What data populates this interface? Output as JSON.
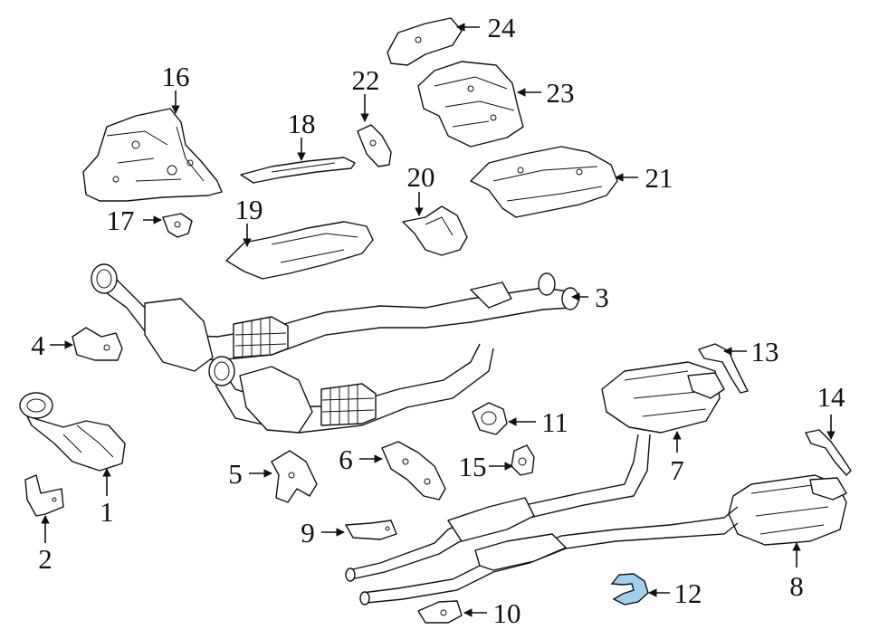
{
  "callouts": [
    {
      "id": "1",
      "label": "1"
    },
    {
      "id": "2",
      "label": "2"
    },
    {
      "id": "3",
      "label": "3"
    },
    {
      "id": "4",
      "label": "4"
    },
    {
      "id": "5",
      "label": "5"
    },
    {
      "id": "6",
      "label": "6"
    },
    {
      "id": "7",
      "label": "7"
    },
    {
      "id": "8",
      "label": "8"
    },
    {
      "id": "9",
      "label": "9"
    },
    {
      "id": "10",
      "label": "10"
    },
    {
      "id": "11",
      "label": "11"
    },
    {
      "id": "12",
      "label": "12"
    },
    {
      "id": "13",
      "label": "13"
    },
    {
      "id": "14",
      "label": "14"
    },
    {
      "id": "15",
      "label": "15"
    },
    {
      "id": "16",
      "label": "16"
    },
    {
      "id": "17",
      "label": "17"
    },
    {
      "id": "18",
      "label": "18"
    },
    {
      "id": "19",
      "label": "19"
    },
    {
      "id": "20",
      "label": "20"
    },
    {
      "id": "21",
      "label": "21"
    },
    {
      "id": "22",
      "label": "22"
    },
    {
      "id": "23",
      "label": "23"
    },
    {
      "id": "24",
      "label": "24"
    }
  ],
  "highlight_color": "#9fd1ee",
  "highlighted_part": "12"
}
